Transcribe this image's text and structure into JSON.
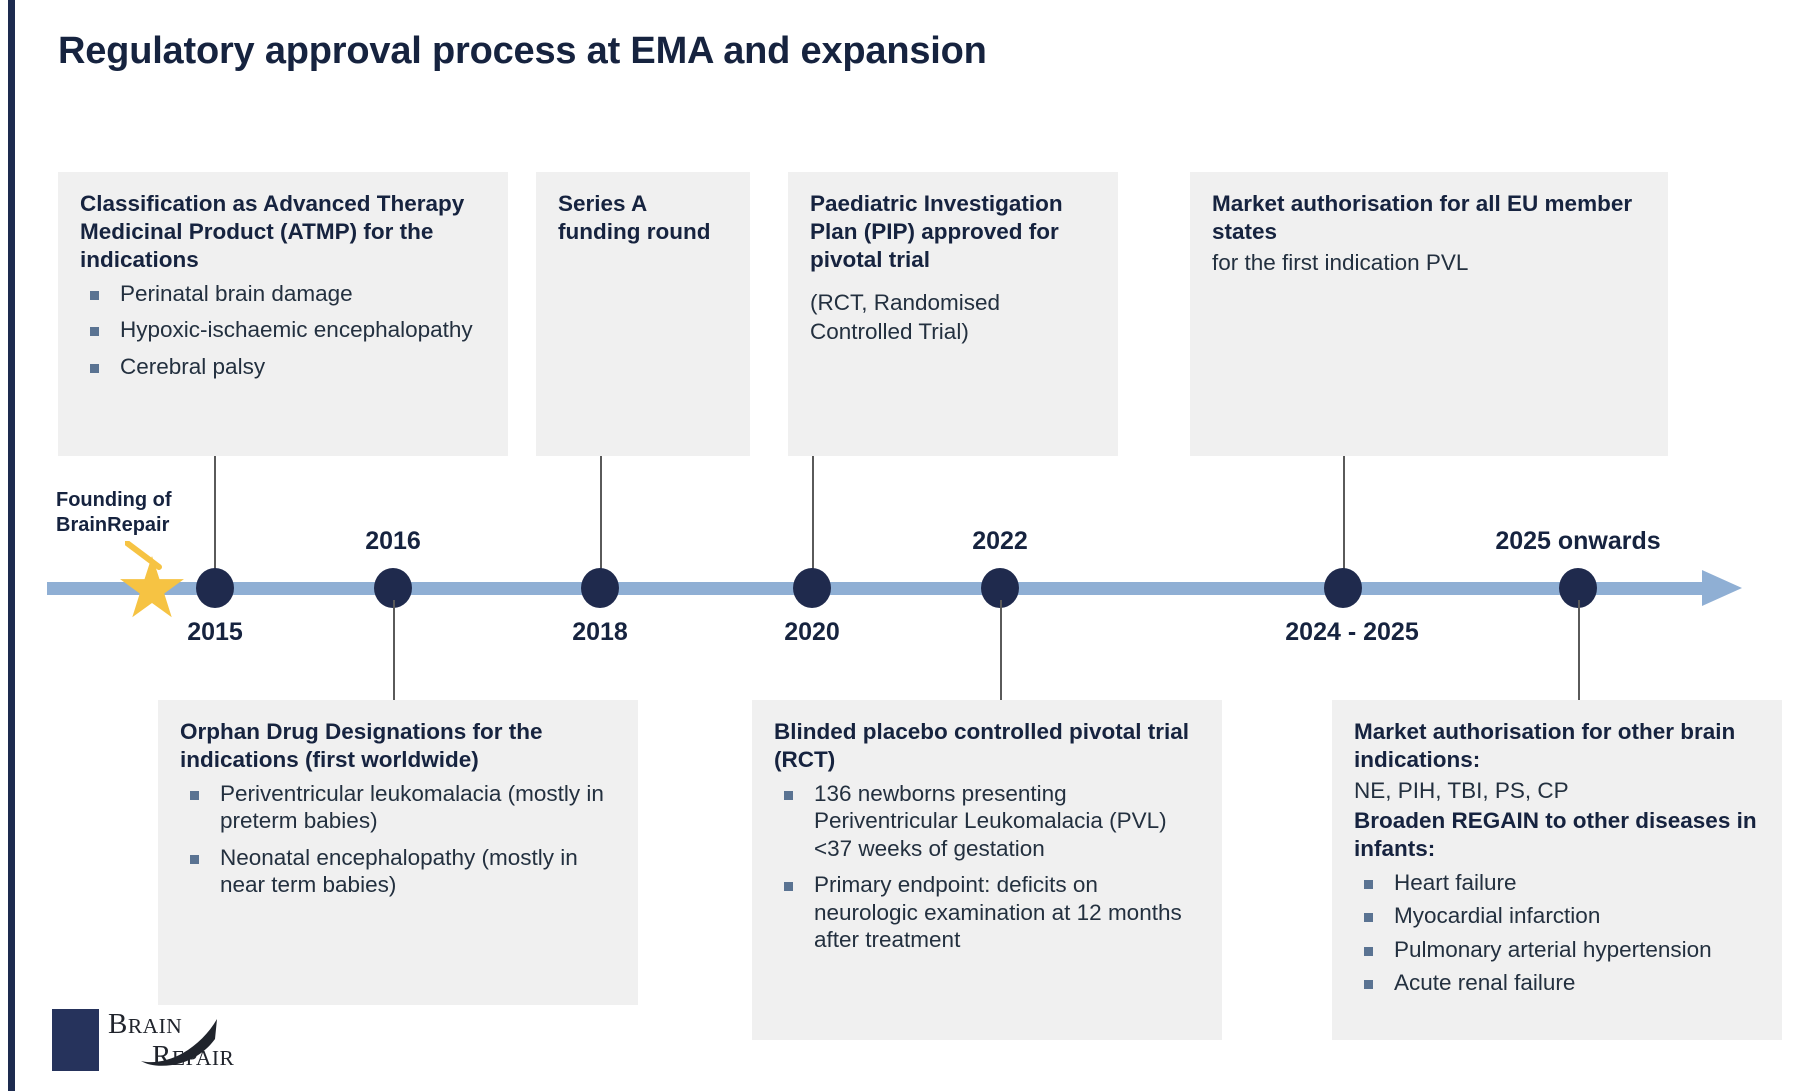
{
  "title": "Regulatory approval process at EMA and expansion",
  "colors": {
    "accent_navy": "#1d2b4f",
    "timeline_blue": "#8fafd4",
    "node_navy": "#1f2a4d",
    "box_bg": "#f0f0f0",
    "star_gold": "#f6c343",
    "bullet_blue": "#5a7392"
  },
  "founding": {
    "label_line1": "Founding of",
    "label_line2": "BrainRepair"
  },
  "timeline": {
    "markers": [
      {
        "year": "2015",
        "position": "below"
      },
      {
        "year": "2016",
        "position": "above"
      },
      {
        "year": "2018",
        "position": "below"
      },
      {
        "year": "2020",
        "position": "below"
      },
      {
        "year": "2022",
        "position": "above"
      },
      {
        "year": "2024 - 2025",
        "position": "below"
      },
      {
        "year": "2025 onwards",
        "position": "above"
      }
    ]
  },
  "boxes_above": [
    {
      "heading": "Classification as Advanced Therapy Medicinal Product (ATMP) for the indications",
      "bullets": [
        "Perinatal brain damage",
        "Hypoxic-ischaemic encephalopathy",
        "Cerebral palsy"
      ]
    },
    {
      "heading": "Series A funding round",
      "bullets": []
    },
    {
      "heading": "Paediatric Investigation Plan (PIP) approved for pivotal trial",
      "subtext": "(RCT, Randomised Controlled Trial)",
      "bullets": []
    },
    {
      "heading": "Market authorisation for all EU member states",
      "subtext": "for the first indication PVL",
      "bullets": []
    }
  ],
  "boxes_below": [
    {
      "heading": "Orphan Drug Designations for the indications (first worldwide)",
      "bullets": [
        "Periventricular leukomalacia (mostly in preterm babies)",
        "Neonatal encephalopathy (mostly in near term babies)"
      ]
    },
    {
      "heading": "Blinded placebo controlled pivotal trial (RCT)",
      "bullets": [
        "136 newborns presenting Periventricular Leukomalacia (PVL) <37 weeks of gestation",
        "Primary endpoint: deficits on neurologic examination at 12 months after treatment"
      ]
    },
    {
      "heading": "Market authorisation for other brain indications:",
      "subtext": "NE, PIH, TBI, PS, CP",
      "heading2": "Broaden REGAIN to other diseases in infants:",
      "bullets": [
        "Heart failure",
        "Myocardial infarction",
        "Pulmonary arterial hypertension",
        "Acute renal failure"
      ]
    }
  ],
  "logo": {
    "word1": "Brain",
    "word2": "Repair"
  }
}
